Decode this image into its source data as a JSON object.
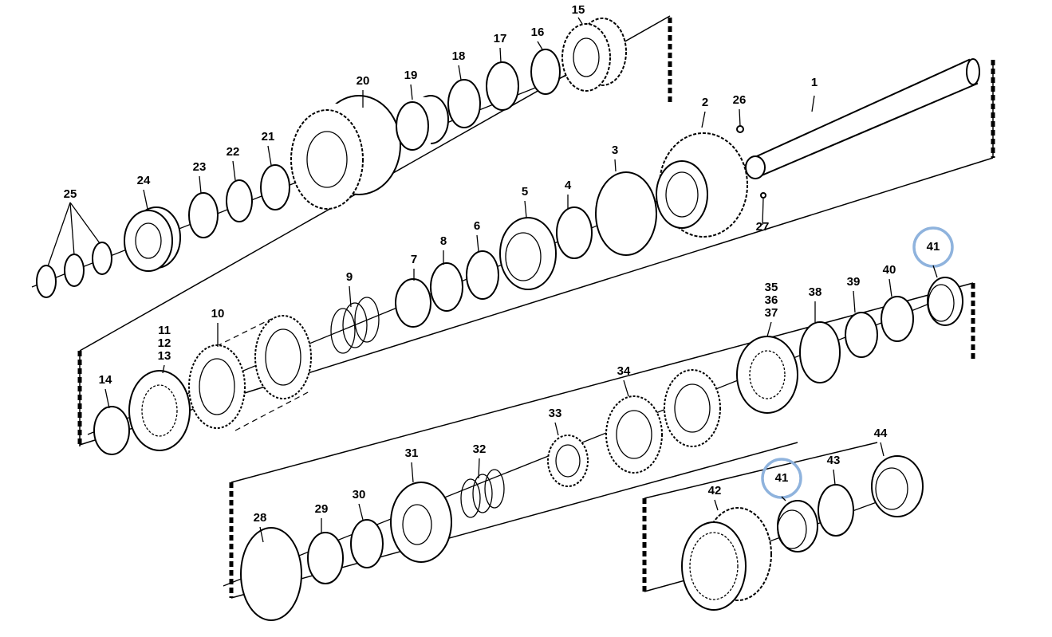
{
  "labels": [
    {
      "text": "1"
    },
    {
      "text": "2"
    },
    {
      "text": "3"
    },
    {
      "text": "4"
    },
    {
      "text": "5"
    },
    {
      "text": "6"
    },
    {
      "text": "7"
    },
    {
      "text": "8"
    },
    {
      "text": "9"
    },
    {
      "text": "10"
    },
    {
      "text": "11"
    },
    {
      "text": "12"
    },
    {
      "text": "13"
    },
    {
      "text": "14"
    },
    {
      "text": "15"
    },
    {
      "text": "16"
    },
    {
      "text": "17"
    },
    {
      "text": "18"
    },
    {
      "text": "19"
    },
    {
      "text": "20"
    },
    {
      "text": "21"
    },
    {
      "text": "22"
    },
    {
      "text": "23"
    },
    {
      "text": "24"
    },
    {
      "text": "25"
    },
    {
      "text": "26"
    },
    {
      "text": "27"
    },
    {
      "text": "28"
    },
    {
      "text": "29"
    },
    {
      "text": "30"
    },
    {
      "text": "31"
    },
    {
      "text": "32"
    },
    {
      "text": "33"
    },
    {
      "text": "34"
    },
    {
      "text": "35"
    },
    {
      "text": "36"
    },
    {
      "text": "37"
    },
    {
      "text": "38"
    },
    {
      "text": "39"
    },
    {
      "text": "40"
    },
    {
      "text": "41"
    },
    {
      "text": "41"
    },
    {
      "text": "42"
    },
    {
      "text": "43"
    },
    {
      "text": "44"
    }
  ],
  "colors": {
    "highlight": "#8fb3dd",
    "line": "#000000"
  }
}
